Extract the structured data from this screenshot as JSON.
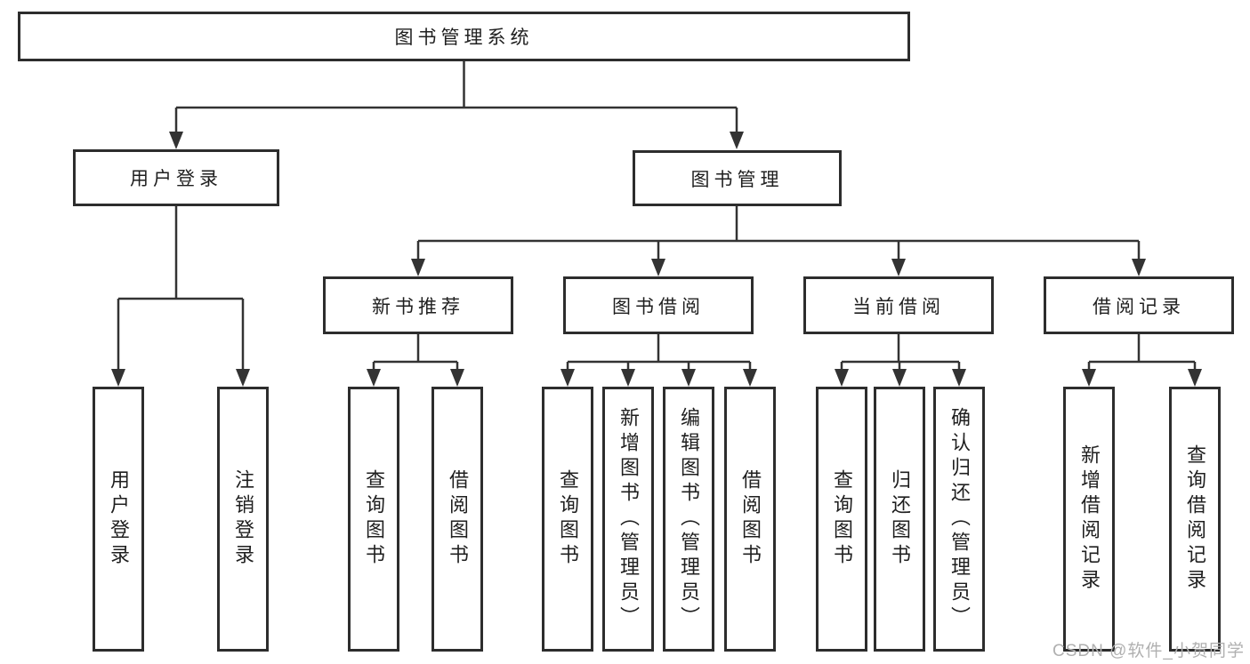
{
  "diagram": {
    "title": "图书管理系统",
    "nodes": {
      "root": "图书管理系统",
      "user_login": "用户登录",
      "book_management": "图书管理",
      "new_book_recommend": "新书推荐",
      "book_borrowing": "图书借阅",
      "current_borrowing": "当前借阅",
      "borrowing_records": "借阅记录",
      "leaf_user_login": "用户登录",
      "leaf_logout": "注销登录",
      "leaf_nb_query_books": "查询图书",
      "leaf_nb_borrow_books": "借阅图书",
      "leaf_bb_query_books": "查询图书",
      "leaf_bb_add_books": "新增图书（管理员）",
      "leaf_bb_edit_books": "编辑图书（管理员）",
      "leaf_bb_borrow_books": "借阅图书",
      "leaf_cb_query_books": "查询图书",
      "leaf_cb_return_books": "归还图书",
      "leaf_cb_confirm_return": "确认归还（管理员）",
      "leaf_br_add_record": "新增借阅记录",
      "leaf_br_query_record": "查询借阅记录"
    },
    "hierarchy": {
      "图书管理系统": {
        "用户登录": [
          "用户登录",
          "注销登录"
        ],
        "图书管理": {
          "新书推荐": [
            "查询图书",
            "借阅图书"
          ],
          "图书借阅": [
            "查询图书",
            "新增图书（管理员）",
            "编辑图书（管理员）",
            "借阅图书"
          ],
          "当前借阅": [
            "查询图书",
            "归还图书",
            "确认归还（管理员）"
          ],
          "借阅记录": [
            "新增借阅记录",
            "查询借阅记录"
          ]
        }
      }
    }
  },
  "watermark": "CSDN @软件_小贺同学",
  "colors": {
    "line": "#333333",
    "box_border": "#2d2d2d",
    "text": "#1f1f1f",
    "watermark": "#b0b0b0",
    "background": "#ffffff"
  }
}
